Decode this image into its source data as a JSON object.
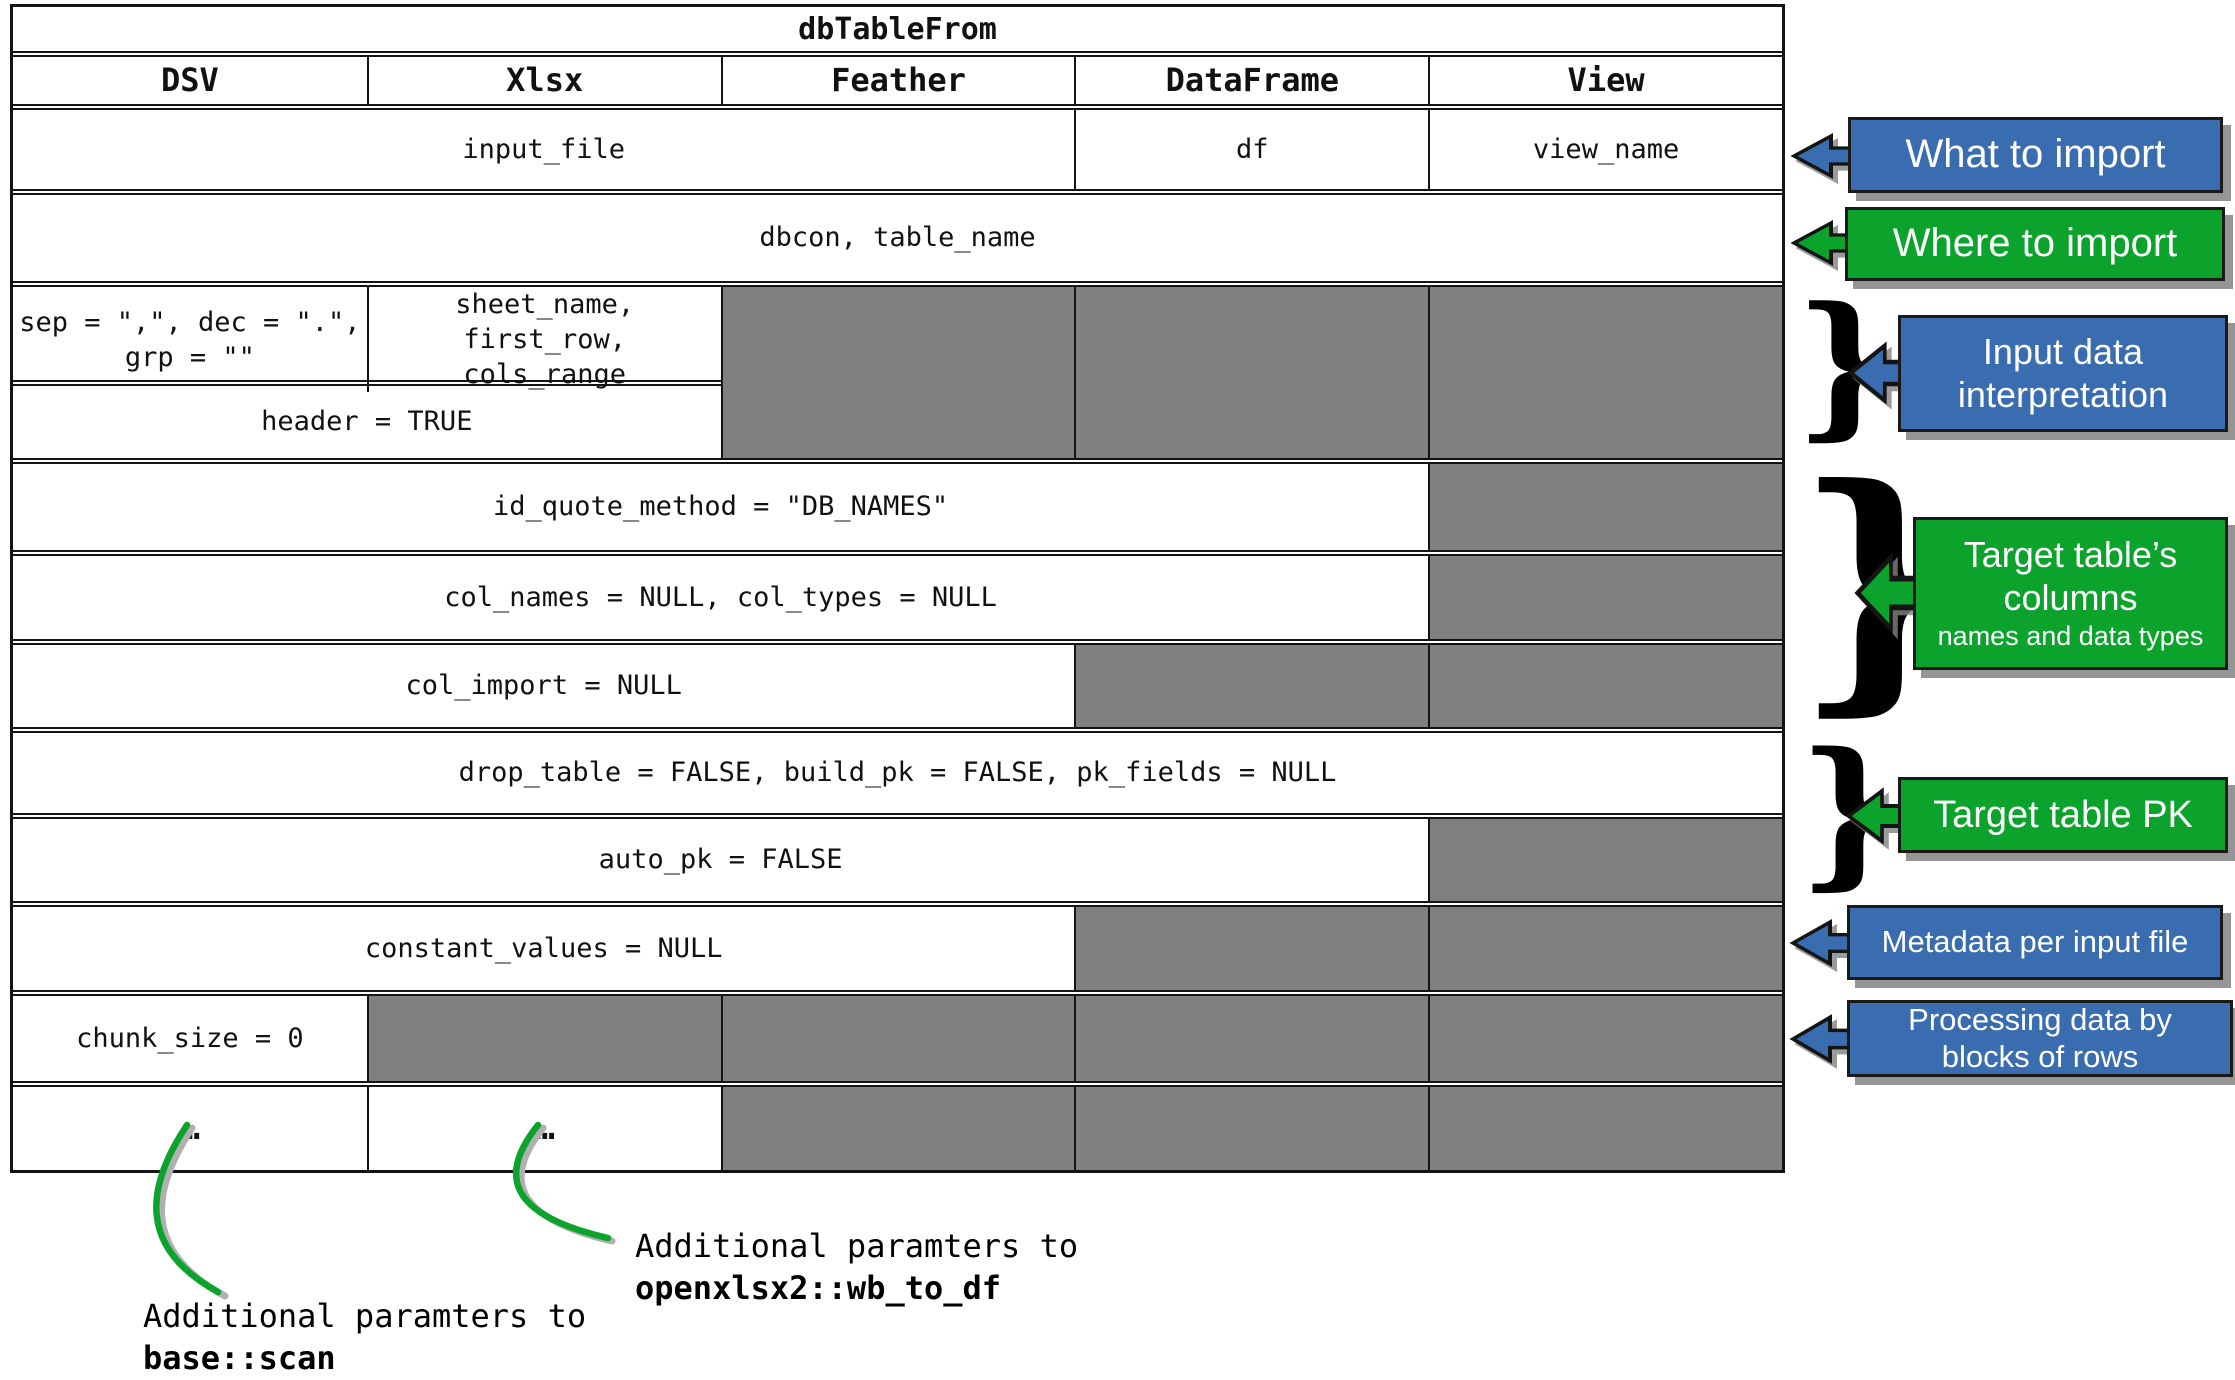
{
  "table": {
    "title": "dbTableFrom",
    "columns": [
      "DSV",
      "Xlsx",
      "Feather",
      "DataFrame",
      "View"
    ],
    "rows": [
      {
        "cells": [
          {
            "text": "input_file",
            "span": 3
          },
          {
            "text": "df",
            "span": 1
          },
          {
            "text": "view_name",
            "span": 1
          }
        ]
      },
      {
        "cells": [
          {
            "text": "dbcon, table_name",
            "span": 5
          }
        ]
      },
      {
        "cells": [
          {
            "text": "sep = \",\", dec = \".\",\ngrp = \"\"",
            "span": 1
          },
          {
            "text": "sheet_name, first_row,\ncols_range",
            "span": 1
          },
          {
            "gray": true,
            "span": 1
          },
          {
            "gray": true,
            "span": 1
          },
          {
            "gray": true,
            "span": 1
          }
        ]
      },
      {
        "cells": [
          {
            "text": "header = TRUE",
            "span": 2
          },
          {
            "gray": true,
            "span": 1
          },
          {
            "gray": true,
            "span": 1
          },
          {
            "gray": true,
            "span": 1
          }
        ]
      },
      {
        "cells": [
          {
            "text": "id_quote_method = \"DB_NAMES\"",
            "span": 4
          },
          {
            "gray": true,
            "span": 1
          }
        ]
      },
      {
        "cells": [
          {
            "text": "col_names = NULL, col_types = NULL",
            "span": 4
          },
          {
            "gray": true,
            "span": 1
          }
        ]
      },
      {
        "cells": [
          {
            "text": "col_import = NULL",
            "span": 3
          },
          {
            "gray": true,
            "span": 1
          },
          {
            "gray": true,
            "span": 1
          }
        ]
      },
      {
        "cells": [
          {
            "text": "drop_table = FALSE, build_pk = FALSE, pk_fields = NULL",
            "span": 5
          }
        ]
      },
      {
        "cells": [
          {
            "text": "auto_pk = FALSE",
            "span": 4
          },
          {
            "gray": true,
            "span": 1
          }
        ]
      },
      {
        "cells": [
          {
            "text": "constant_values = NULL",
            "span": 3
          },
          {
            "gray": true,
            "span": 1
          },
          {
            "gray": true,
            "span": 1
          }
        ]
      },
      {
        "cells": [
          {
            "text": "chunk_size = 0",
            "span": 1
          },
          {
            "gray": true,
            "span": 1
          },
          {
            "gray": true,
            "span": 1
          },
          {
            "gray": true,
            "span": 1
          },
          {
            "gray": true,
            "span": 1
          }
        ]
      },
      {
        "cells": [
          {
            "text": "…",
            "span": 1,
            "bold": true
          },
          {
            "text": "…",
            "span": 1,
            "bold": true
          },
          {
            "gray": true,
            "span": 1
          },
          {
            "gray": true,
            "span": 1
          },
          {
            "gray": true,
            "span": 1
          }
        ]
      }
    ]
  },
  "callouts": [
    {
      "label": "What to import",
      "color": "blue"
    },
    {
      "label": "Where to import",
      "color": "green"
    },
    {
      "label": "Input data\ninterpretation",
      "color": "blue"
    },
    {
      "label": "Target table’s\ncolumns",
      "sublabel": "names and data types",
      "color": "green"
    },
    {
      "label": "Target table PK",
      "color": "green"
    },
    {
      "label": "Metadata per input file",
      "color": "blue"
    },
    {
      "label": "Processing data by\nblocks of rows",
      "color": "blue"
    }
  ],
  "annotations": [
    {
      "line1": "Additional paramters to",
      "line2": "base::scan"
    },
    {
      "line1": "Additional paramters to",
      "line2": "openxlsx2::wb_to_df"
    }
  ],
  "colors": {
    "blue": "#3a6cb0",
    "green": "#0ba32c",
    "gray_cell": "#808080",
    "border": "#141414"
  }
}
